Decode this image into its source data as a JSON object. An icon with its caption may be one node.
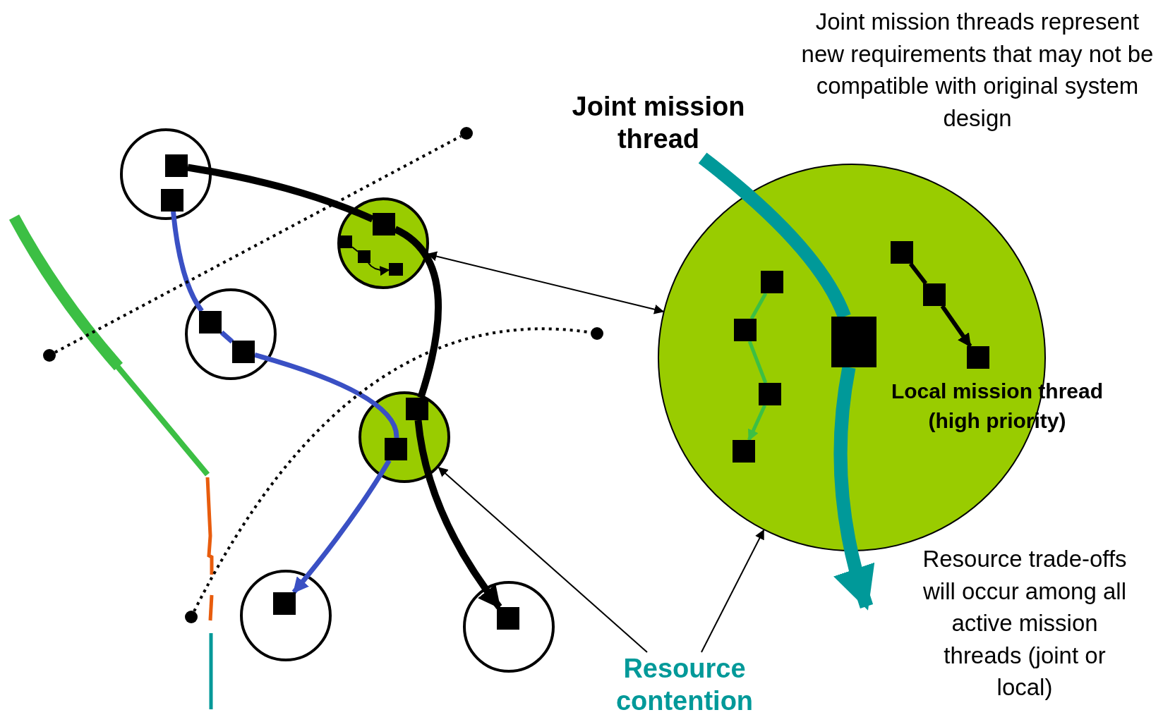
{
  "diagram": {
    "nodes": [
      {
        "text": [
          "Joint mission thread"
        ]
      },
      {
        "text": [
          "Resource contention"
        ]
      },
      {
        "text": [],
        "shape": "circle"
      },
      {
        "text": [],
        "shape": "box",
        "in": 2
      },
      {
        "text": [],
        "shape": "box",
        "in": 2
      },
      {
        "text": [],
        "shape": "circle"
      },
      {
        "text": [],
        "shape": "box",
        "in": 5
      },
      {
        "text": [],
        "shape": "box",
        "in": 5
      },
      {
        "text": [],
        "shape": "box",
        "in": 5
      },
      {
        "text": [],
        "shape": "box",
        "in": 5
      },
      {
        "text": [],
        "shape": "circle"
      },
      {
        "text": [],
        "shape": "box",
        "in": 10
      },
      {
        "text": [],
        "shape": "box",
        "in": 10
      },
      {
        "text": [],
        "shape": "circle"
      },
      {
        "text": [],
        "shape": "box",
        "in": 13
      },
      {
        "text": [],
        "shape": "box",
        "in": 13
      },
      {
        "text": [],
        "shape": "circle"
      },
      {
        "text": [],
        "shape": "box",
        "in": 16
      },
      {
        "text": [],
        "shape": "circle"
      },
      {
        "text": [],
        "shape": "box",
        "in": 18
      },
      {
        "text": [],
        "shape": "circle"
      },
      {
        "text": [],
        "shape": "box",
        "in": 20
      },
      {
        "text": [],
        "shape": "box",
        "in": 20
      },
      {
        "text": [],
        "shape": "box",
        "in": 20
      },
      {
        "text": [],
        "shape": "box",
        "in": 20
      },
      {
        "text": [],
        "shape": "box",
        "in": 20
      },
      {
        "text": [],
        "shape": "box",
        "in": 20
      },
      {
        "text": [],
        "shape": "box",
        "in": 20
      },
      {
        "text": [],
        "shape": "box",
        "in": 20
      },
      {
        "text": [],
        "shape": "circle"
      },
      {
        "text": [],
        "shape": "circle"
      },
      {
        "text": [],
        "shape": "circle"
      },
      {
        "text": [],
        "shape": "circle"
      }
    ],
    "edges": [
      {
        "from": 3,
        "to": 6,
        "arrow": "none"
      },
      {
        "from": 6,
        "to": 14,
        "arrow": "none"
      },
      {
        "from": 14,
        "to": 19,
        "arrow": "to"
      },
      {
        "from": 4,
        "to": 11,
        "arrow": "none",
        "color": "#3a50c4"
      },
      {
        "from": 11,
        "to": 12,
        "arrow": "none",
        "color": "#3a50c4"
      },
      {
        "from": 12,
        "to": 15,
        "arrow": "none",
        "color": "#3a50c4"
      },
      {
        "from": 15,
        "to": 17,
        "arrow": "to",
        "color": "#3a50c4"
      },
      {
        "from": 7,
        "to": 8,
        "arrow": "none"
      },
      {
        "from": 8,
        "to": 9,
        "arrow": "to"
      },
      {
        "from": 0,
        "to": 25,
        "arrow": "none",
        "style": "thick",
        "color": "#009999"
      },
      {
        "from": 25,
        "to": null,
        "arrow": "to",
        "style": "thick",
        "color": "#009999"
      },
      {
        "from": 21,
        "to": 22,
        "arrow": "none",
        "color": "#3cbf44"
      },
      {
        "from": 22,
        "to": 23,
        "arrow": "none",
        "color": "#3cbf44"
      },
      {
        "from": 23,
        "to": 24,
        "arrow": "to",
        "color": "#3cbf44"
      },
      {
        "from": 26,
        "to": 27,
        "arrow": "none"
      },
      {
        "from": 27,
        "to": 28,
        "arrow": "to"
      },
      {
        "from": 29,
        "to": 30,
        "arrow": "none",
        "style": "dashed"
      },
      {
        "from": 31,
        "to": 32,
        "arrow": "none",
        "style": "dashed"
      },
      {
        "from": 5,
        "to": 20,
        "arrow": "both"
      },
      {
        "from": 1,
        "to": 13,
        "arrow": "to"
      },
      {
        "from": 1,
        "to": 20,
        "arrow": "to"
      }
    ],
    "labels": [
      "Joint mission threads represent new requirements that may not be compatible with original system design",
      "Local mission thread (high priority)",
      "Resource trade-offs will occur among all active mission threads (joint or local)"
    ]
  }
}
